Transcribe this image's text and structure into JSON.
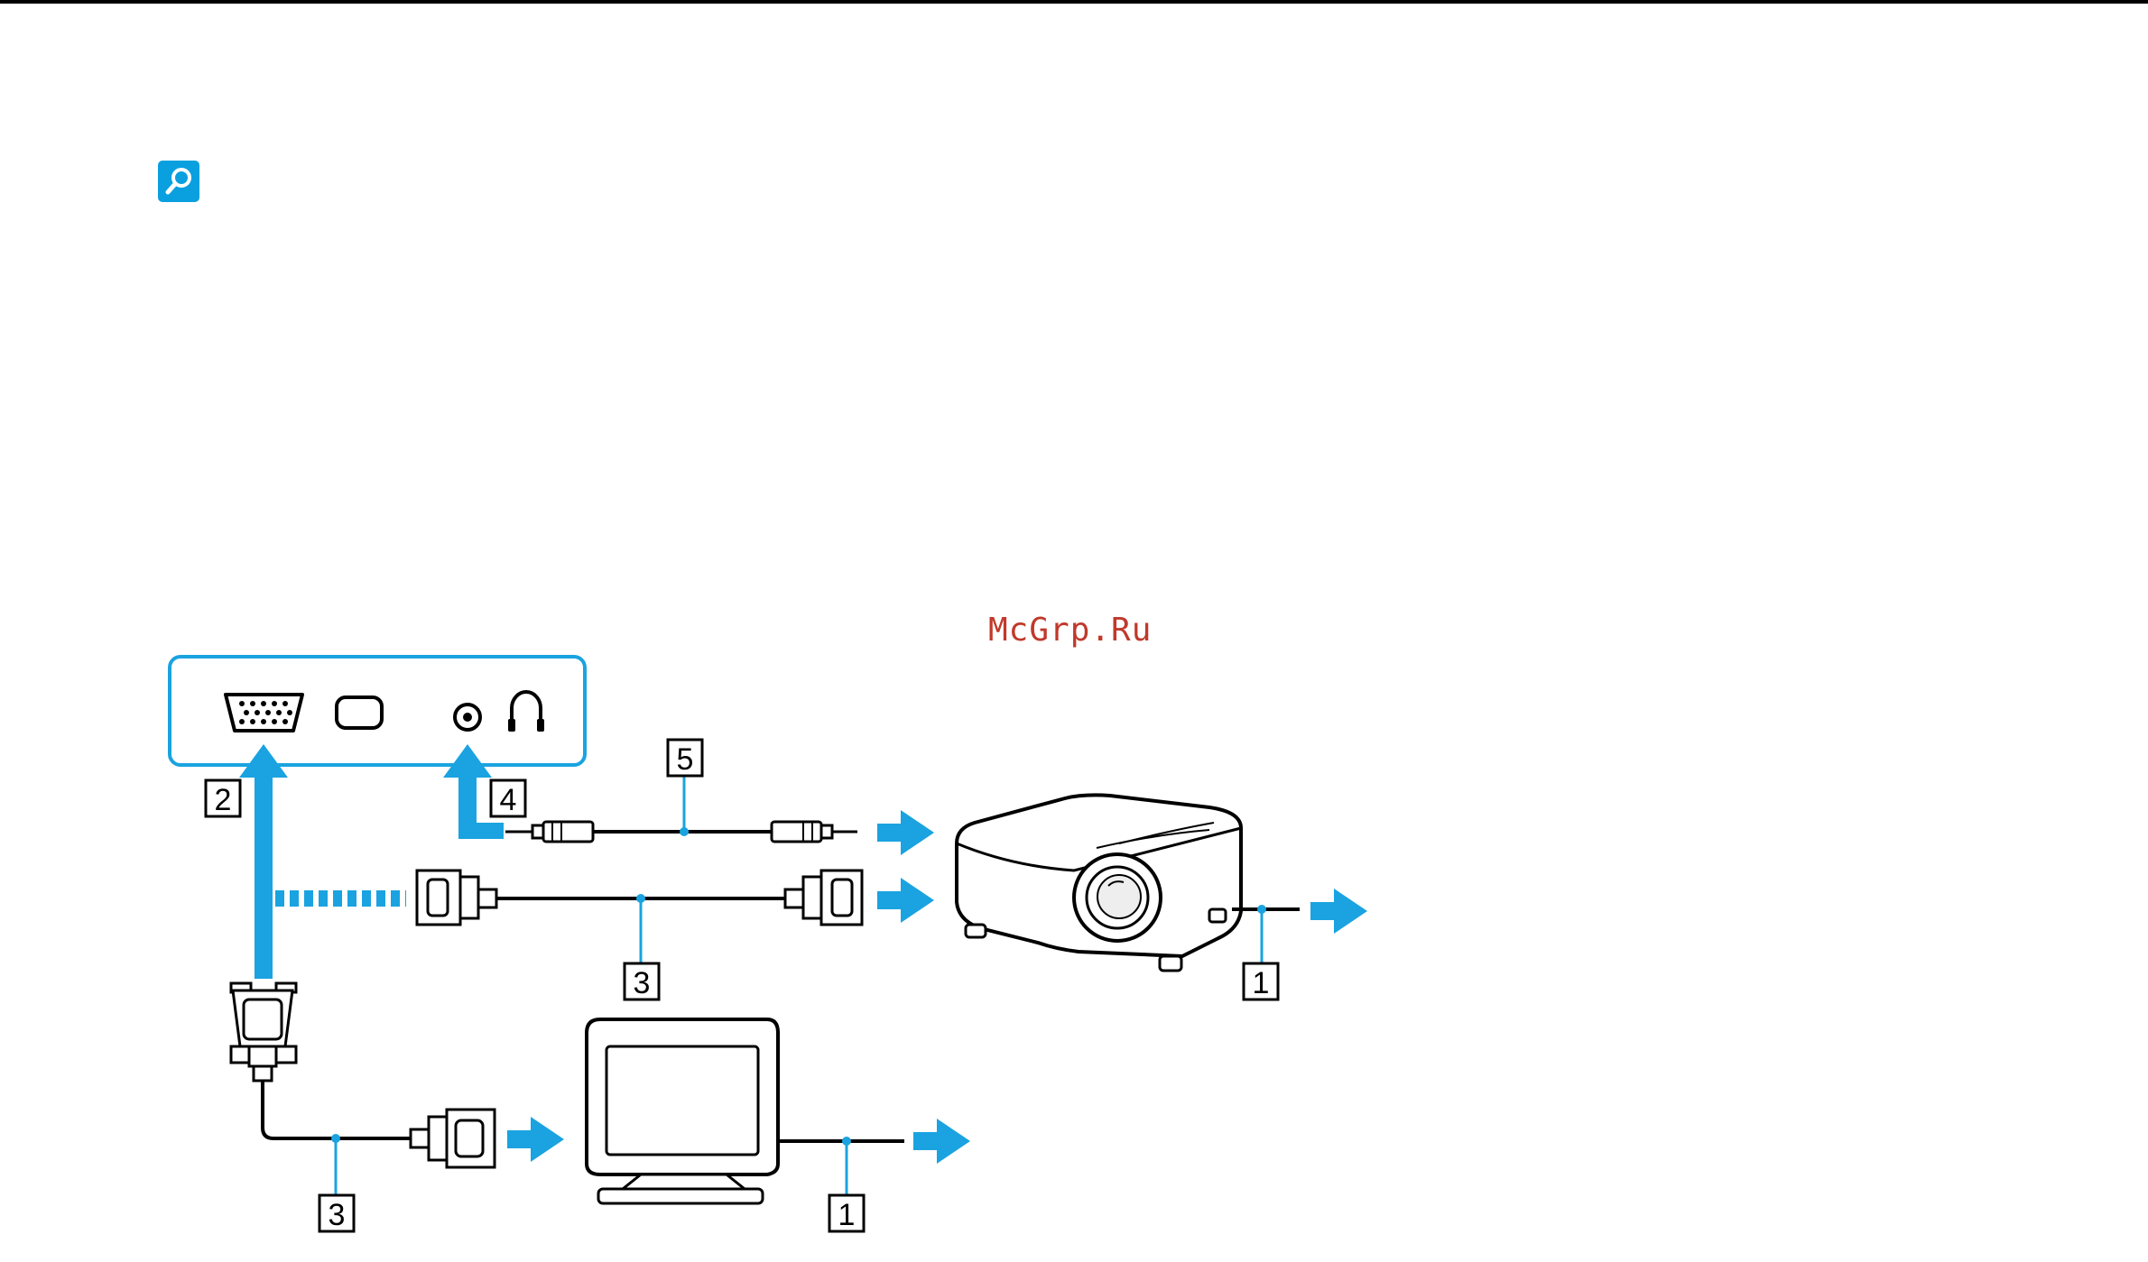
{
  "watermark": "McGrp.Ru",
  "icons": {
    "search": "search-icon"
  },
  "colors": {
    "accent": "#0aa0e0",
    "ink": "#000000"
  },
  "callouts": {
    "power_cord_projector": "1",
    "monitor_port": "2",
    "display_cable_projector": "3",
    "headphones_jack": "4",
    "audio_cable": "5",
    "display_cable_monitor": "3",
    "power_cord_monitor": "1"
  }
}
